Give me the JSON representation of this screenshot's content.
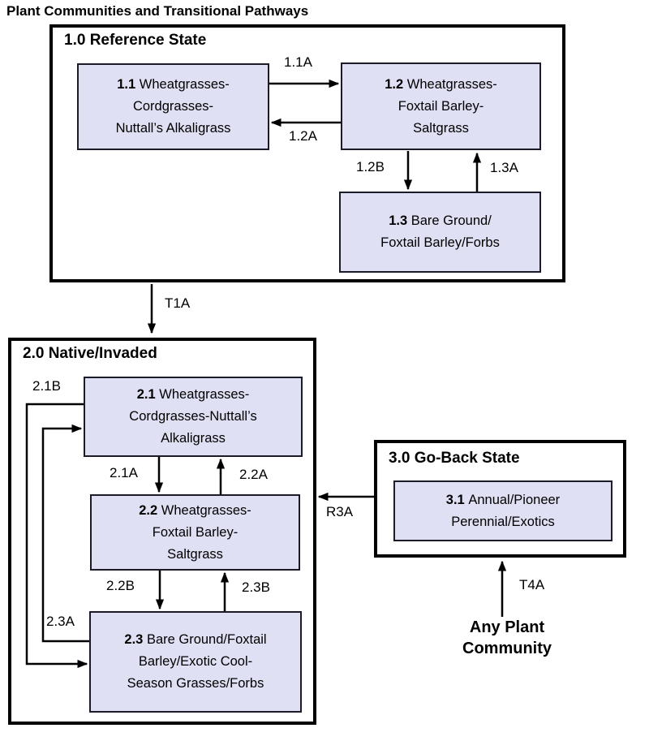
{
  "title": "Plant Communities and Transitional Pathways",
  "states": {
    "s1": {
      "label": "1.0 Reference State"
    },
    "s2": {
      "label": "2.0 Native/Invaded"
    },
    "s3": {
      "label": "3.0 Go-Back State"
    }
  },
  "communities": {
    "c1_1": {
      "num": "1.1",
      "name": "Wheatgrasses-\nCordgrasses-\nNuttall’s Alkaligrass"
    },
    "c1_2": {
      "num": "1.2",
      "name": "Wheatgrasses-\nFoxtail Barley-\nSaltgrass"
    },
    "c1_3": {
      "num": "1.3",
      "name": "Bare Ground/\nFoxtail Barley/Forbs"
    },
    "c2_1": {
      "num": "2.1",
      "name": "Wheatgrasses-\nCordgrasses-Nuttall’s\nAlkaligrass"
    },
    "c2_2": {
      "num": "2.2",
      "name": "Wheatgrasses-\nFoxtail Barley-\nSaltgrass"
    },
    "c2_3": {
      "num": "2.3",
      "name": "Bare Ground/Foxtail\nBarley/Exotic Cool-\nSeason Grasses/Forbs"
    },
    "c3_1": {
      "num": "3.1",
      "name": "Annual/Pioneer\nPerennial/Exotics"
    }
  },
  "pathways": {
    "p1_1A": "1.1A",
    "p1_2A": "1.2A",
    "p1_2B": "1.2B",
    "p1_3A": "1.3A",
    "pT1A": "T1A",
    "p2_1A": "2.1A",
    "p2_1B": "2.1B",
    "p2_2A": "2.2A",
    "p2_2B": "2.2B",
    "p2_3A": "2.3A",
    "p2_3B": "2.3B",
    "pR3A": "R3A",
    "pT4A": "T4A"
  },
  "external": {
    "any_plant": "Any Plant\nCommunity"
  },
  "colors": {
    "community_fill": "#dfe0f3",
    "community_border": "#1c1c28",
    "state_border": "#000000",
    "arrow": "#000000",
    "text": "#000000",
    "background": "#ffffff"
  }
}
